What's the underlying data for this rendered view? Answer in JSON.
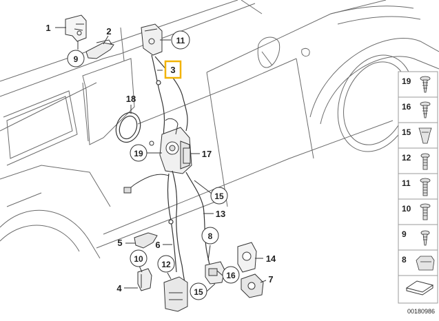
{
  "callouts": [
    {
      "id": "c1",
      "label": "1",
      "style": "plain"
    },
    {
      "id": "c2",
      "label": "2",
      "style": "plain"
    },
    {
      "id": "c9a",
      "label": "9",
      "style": "circle"
    },
    {
      "id": "c11",
      "label": "11",
      "style": "circle"
    },
    {
      "id": "c3",
      "label": "3",
      "style": "highlight"
    },
    {
      "id": "c18",
      "label": "18",
      "style": "plain"
    },
    {
      "id": "c19",
      "label": "19",
      "style": "circle"
    },
    {
      "id": "c17",
      "label": "17",
      "style": "plain"
    },
    {
      "id": "c15a",
      "label": "15",
      "style": "circle"
    },
    {
      "id": "c13",
      "label": "13",
      "style": "plain"
    },
    {
      "id": "c8",
      "label": "8",
      "style": "circle"
    },
    {
      "id": "c5",
      "label": "5",
      "style": "plain"
    },
    {
      "id": "c6",
      "label": "6",
      "style": "plain"
    },
    {
      "id": "c10",
      "label": "10",
      "style": "circle"
    },
    {
      "id": "c4",
      "label": "4",
      "style": "plain"
    },
    {
      "id": "c12",
      "label": "12",
      "style": "circle"
    },
    {
      "id": "c14",
      "label": "14",
      "style": "plain"
    },
    {
      "id": "c16",
      "label": "16",
      "style": "circle"
    },
    {
      "id": "c7",
      "label": "7",
      "style": "plain"
    },
    {
      "id": "c15b",
      "label": "15",
      "style": "circle"
    }
  ],
  "parts_legend": [
    {
      "label": "19",
      "part": "screw"
    },
    {
      "label": "16",
      "part": "screw"
    },
    {
      "label": "15",
      "part": "clip-nut"
    },
    {
      "label": "12",
      "part": "bolt"
    },
    {
      "label": "11",
      "part": "bolt"
    },
    {
      "label": "10",
      "part": "bolt"
    },
    {
      "label": "9",
      "part": "screw"
    },
    {
      "label": "8",
      "part": "clip"
    },
    {
      "label": "",
      "part": "shim"
    }
  ],
  "diagram_number": "00180986",
  "colors": {
    "line": "#333333",
    "highlight": "#f2b300",
    "car": "#666666",
    "legend_border": "#999999"
  }
}
